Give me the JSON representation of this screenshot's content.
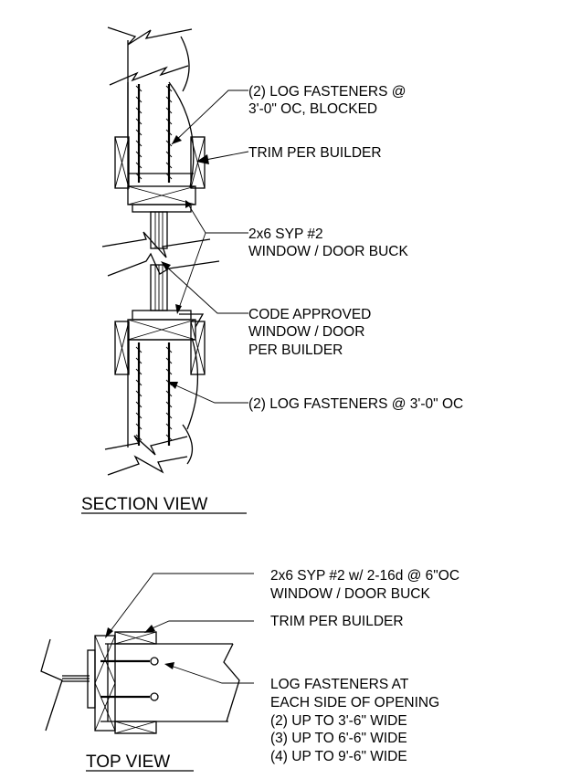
{
  "section_view": {
    "title": "SECTION VIEW",
    "notes": {
      "log_fasteners_blocked": [
        "(2) LOG FASTENERS @",
        "3'-0\" OC, BLOCKED"
      ],
      "trim": [
        "TRIM PER BUILDER"
      ],
      "buck": [
        "2x6 SYP #2",
        "WINDOW / DOOR BUCK"
      ],
      "window": [
        "CODE APPROVED",
        "WINDOW / DOOR",
        "PER BUILDER"
      ],
      "log_fasteners_oc": [
        "(2) LOG FASTENERS @ 3'-0\" OC"
      ]
    }
  },
  "top_view": {
    "title": "TOP VIEW",
    "notes": {
      "buck": [
        "2x6 SYP #2 w/ 2-16d @ 6\"OC",
        "WINDOW / DOOR BUCK"
      ],
      "trim": [
        "TRIM PER BUILDER"
      ],
      "fasteners": [
        "LOG FASTENERS AT",
        "EACH SIDE OF OPENING",
        "(2) UP TO 3'-6\" WIDE",
        "(3) UP TO 6'-6\" WIDE",
        "(4) UP TO 9'-6\" WIDE"
      ]
    }
  }
}
